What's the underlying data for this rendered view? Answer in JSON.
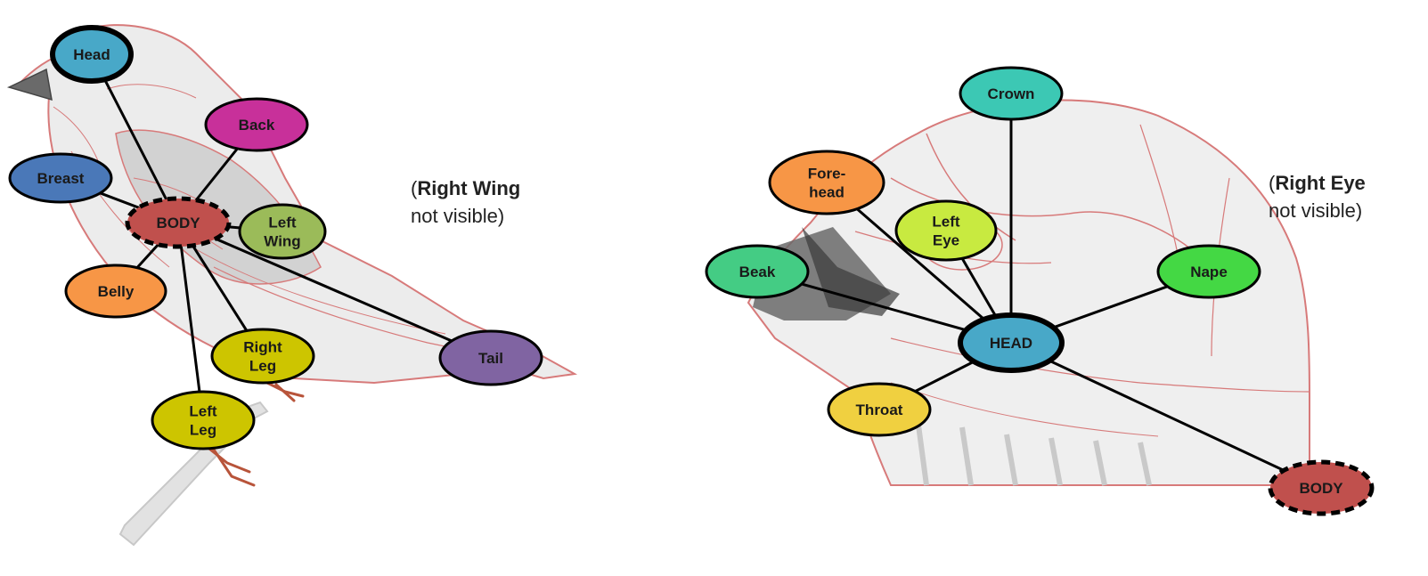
{
  "left_diagram": {
    "nodes": [
      {
        "id": "head",
        "lines": [
          "Head"
        ],
        "color": "#48a8c8",
        "style": "thick"
      },
      {
        "id": "back",
        "lines": [
          "Back"
        ],
        "color": "#c8309a",
        "style": "normal"
      },
      {
        "id": "breast",
        "lines": [
          "Breast"
        ],
        "color": "#4a78b8",
        "style": "normal"
      },
      {
        "id": "body",
        "lines": [
          "BODY"
        ],
        "color": "#c0504d",
        "style": "dashed"
      },
      {
        "id": "left-wing",
        "lines": [
          "Left",
          "Wing"
        ],
        "color": "#9bbb59",
        "style": "normal"
      },
      {
        "id": "belly",
        "lines": [
          "Belly"
        ],
        "color": "#f79646",
        "style": "normal"
      },
      {
        "id": "right-leg",
        "lines": [
          "Right",
          "Leg"
        ],
        "color": "#cdc500",
        "style": "normal"
      },
      {
        "id": "left-leg",
        "lines": [
          "Left",
          "Leg"
        ],
        "color": "#cdc500",
        "style": "normal"
      },
      {
        "id": "tail",
        "lines": [
          "Tail"
        ],
        "color": "#8064a2",
        "style": "normal"
      }
    ],
    "note": {
      "bold": "Right Wing",
      "rest": "not visible)",
      "open": "("
    }
  },
  "right_diagram": {
    "nodes": [
      {
        "id": "crown",
        "lines": [
          "Crown"
        ],
        "color": "#3cc8b4",
        "style": "normal"
      },
      {
        "id": "forehead",
        "lines": [
          "Fore-",
          "head"
        ],
        "color": "#f79646",
        "style": "normal"
      },
      {
        "id": "left-eye",
        "lines": [
          "Left",
          "Eye"
        ],
        "color": "#c8ea40",
        "style": "normal"
      },
      {
        "id": "beak",
        "lines": [
          "Beak"
        ],
        "color": "#44cc84",
        "style": "normal"
      },
      {
        "id": "nape",
        "lines": [
          "Nape"
        ],
        "color": "#44d844",
        "style": "normal"
      },
      {
        "id": "head-center",
        "lines": [
          "HEAD"
        ],
        "color": "#48a8c8",
        "style": "thick"
      },
      {
        "id": "throat",
        "lines": [
          "Throat"
        ],
        "color": "#f0d040",
        "style": "normal"
      },
      {
        "id": "body-r",
        "lines": [
          "BODY"
        ],
        "color": "#c0504d",
        "style": "dashed"
      }
    ],
    "note": {
      "bold": "Right Eye",
      "rest": "not visible)",
      "open": "("
    }
  }
}
